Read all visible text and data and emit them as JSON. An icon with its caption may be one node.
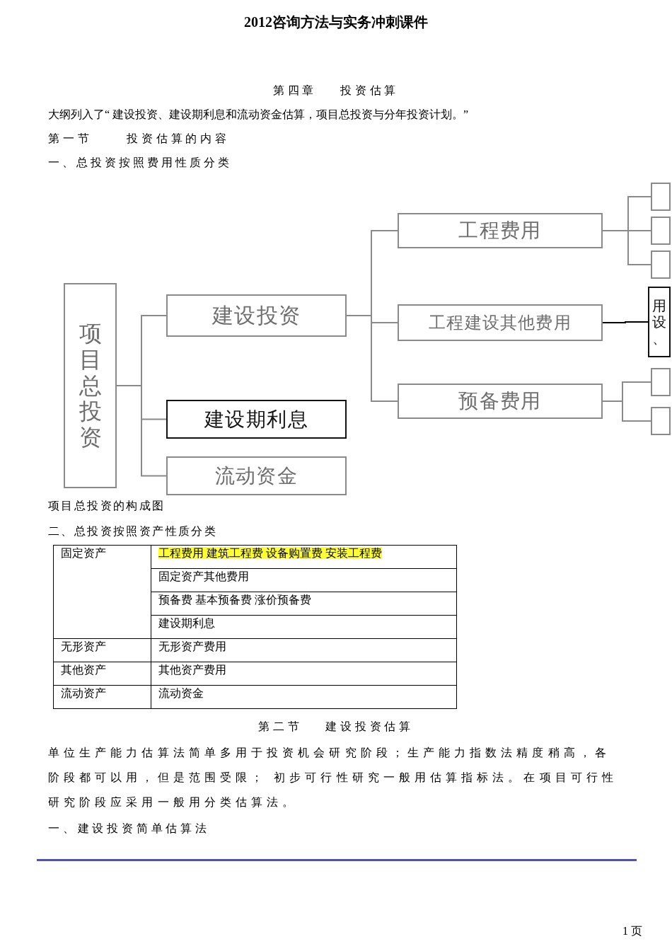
{
  "diagram": {
    "title": "2012咨询方法与实务冲刺课件",
    "caption": "项目总投资的构成图",
    "nodes": [
      {
        "text": [
          "项目总投资"
        ]
      },
      {
        "text": [
          "建设投资"
        ]
      },
      {
        "text": [
          "建设期利息"
        ]
      },
      {
        "text": [
          "流动资金"
        ]
      },
      {
        "text": [
          "工程费用"
        ]
      },
      {
        "text": [
          "工程建设其他费用"
        ]
      },
      {
        "text": [
          "预备费用"
        ]
      },
      {
        "text": [],
        "shape": "box"
      },
      {
        "text": [],
        "shape": "box"
      },
      {
        "text": [],
        "shape": "box"
      },
      {
        "text": [
          "用设、"
        ]
      },
      {
        "text": [],
        "shape": "box"
      },
      {
        "text": [],
        "shape": "box"
      }
    ],
    "edges": [
      {
        "from": 0,
        "to": 1,
        "arrow": "none"
      },
      {
        "from": 0,
        "to": 2,
        "arrow": "none"
      },
      {
        "from": 0,
        "to": 3,
        "arrow": "none"
      },
      {
        "from": 1,
        "to": 4,
        "arrow": "none"
      },
      {
        "from": 1,
        "to": 5,
        "arrow": "none"
      },
      {
        "from": 1,
        "to": 6,
        "arrow": "none"
      },
      {
        "from": 4,
        "to": 7,
        "arrow": "none"
      },
      {
        "from": 4,
        "to": 8,
        "arrow": "none"
      },
      {
        "from": 4,
        "to": 9,
        "arrow": "none"
      },
      {
        "from": 5,
        "to": 10,
        "arrow": "none",
        "color": "#000000"
      },
      {
        "from": 6,
        "to": 11,
        "arrow": "none"
      },
      {
        "from": 6,
        "to": 12,
        "arrow": "none"
      }
    ],
    "labels": [
      "第四章 投资估算",
      "大纲列入了“ 建设投资、建设期利息和流动资金估算，项目总投资与分年投资计划。”",
      "第一节 投资估算的内容",
      "一、总投资按照费用性质分类",
      "二、总投资按照资产性质分类",
      "固定资产",
      "工程费用 建筑工程费 设备购置费 安装工程费",
      "固定资产其他费用",
      "预备费 基本预备费 涨价预备费",
      "建设期利息",
      "无形资产",
      "无形资产费用",
      "其他资产",
      "其他资产费用",
      "流动资产",
      "流动资金",
      "第二节 建设投资估算",
      "单位生产能力估算法简单多用于投资机会研究阶段；生产能力指数法精度稍高，各阶段都可以用，但是范围受限； 初步可行性研究一般用估算指标法。在项目可行性研究阶段应采用一般用分类估算法。",
      "一、建设投资简单估算法",
      "1 页"
    ]
  }
}
